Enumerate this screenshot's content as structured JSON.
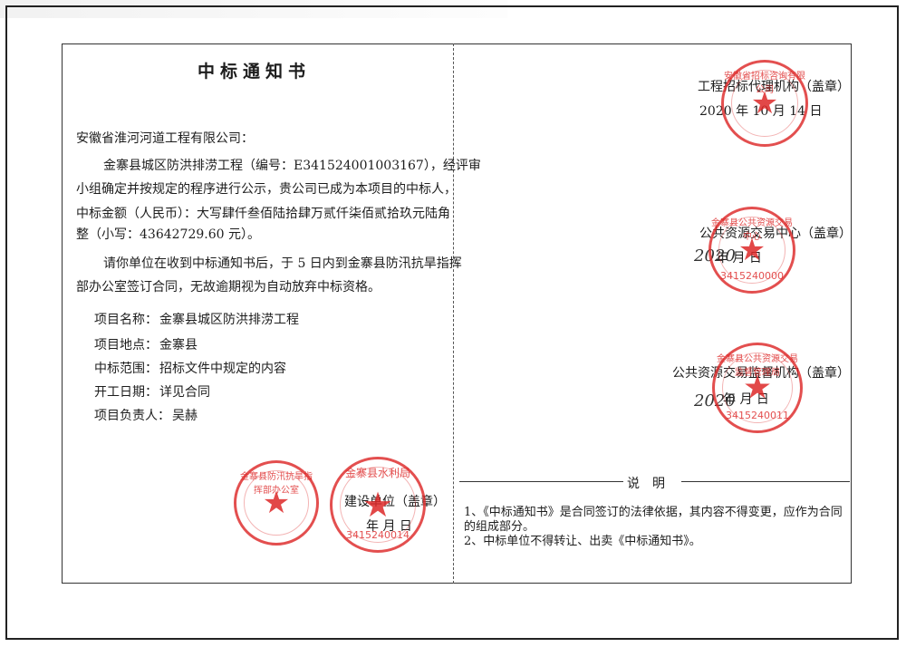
{
  "notice": {
    "title": "中标通知书",
    "salutation": "安徽省淮河河道工程有限公司：",
    "body_lines": [
      "金寨县城区防洪排涝工程（编号：E341524001003167），经评审",
      "小组确定并按规定的程序进行公示，贵公司已成为本项目的中标人，",
      "中标金额（人民币）：大写肆仟叁佰陆拾肆万贰仟柒佰贰拾玖元陆角",
      "整（小写：43642729.60 元）。",
      "请你单位在收到中标通知书后，于 5 日内到金寨县防汛抗旱指挥",
      "部办公室签订合同，无故逾期视为自动放弃中标资格。"
    ],
    "fields": [
      {
        "key": "项目名称：",
        "value": "金寨县城区防洪排涝工程"
      },
      {
        "key": "项目地点：",
        "value": "金寨县"
      },
      {
        "key": "中标范围：",
        "value": "招标文件中规定的内容"
      },
      {
        "key": "开工日期：",
        "value": "详见合同"
      },
      {
        "key": "项目负责人：",
        "value": "吴赫"
      }
    ],
    "tenderer_label": "建设单位（盖章）",
    "tenderer_date": "年   月   日"
  },
  "right": {
    "agent_label": "工程招标代理机构（盖章）",
    "agent_date": "2020 年 10 月 14 日",
    "center_label": "公共资源交易中心（盖章）",
    "center_date": "年   月   日",
    "supervisor_label": "公共资源交易监督机构（盖章）",
    "supervisor_date": "年   月   日",
    "notes_title": "说明",
    "notes": [
      "1、《中标通知书》是合同签订的法律依据，其内容不得变更，应作为合同",
      "的组成部分。",
      "2、中标单位不得转让、出卖《中标通知书》。"
    ]
  },
  "stamps": {
    "agent_text": "安徽省招标咨询有限公司",
    "center_text": "金寨县公共资源交易中心",
    "center_code": "3415240000",
    "supervisor_text": "金寨县公共资源交易监督管理局",
    "supervisor_code": "3415240011",
    "flood_text": "金寨县防汛抗旱指挥部办公室",
    "water_text": "金寨县水利局",
    "water_code": "3415240014",
    "star": "★"
  }
}
